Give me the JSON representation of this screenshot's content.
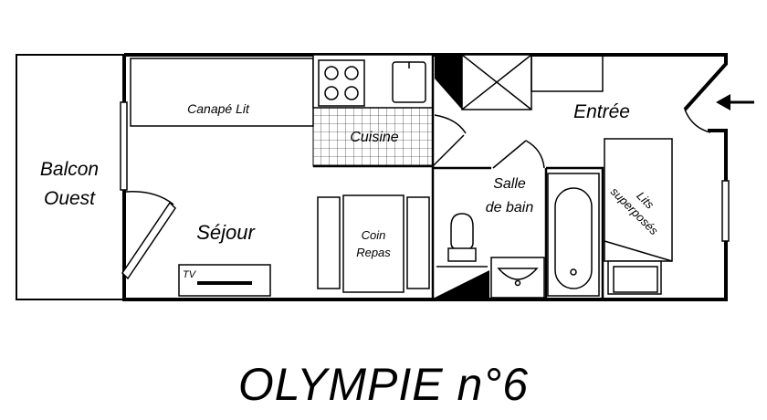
{
  "title": "OLYMPIE n°6",
  "rooms": {
    "balcon_line1": "Balcon",
    "balcon_line2": "Ouest",
    "sejour": "Séjour",
    "canape": "Canapé Lit",
    "cuisine": "Cuisine",
    "coin_line1": "Coin",
    "coin_line2": "Repas",
    "tv": "TV",
    "entree": "Entrée",
    "salle_line1": "Salle",
    "salle_line2": "de bain",
    "lits_line1": "Lits",
    "lits_line2": "superposés"
  },
  "icons": {
    "entrance": "arrow-left-icon"
  }
}
